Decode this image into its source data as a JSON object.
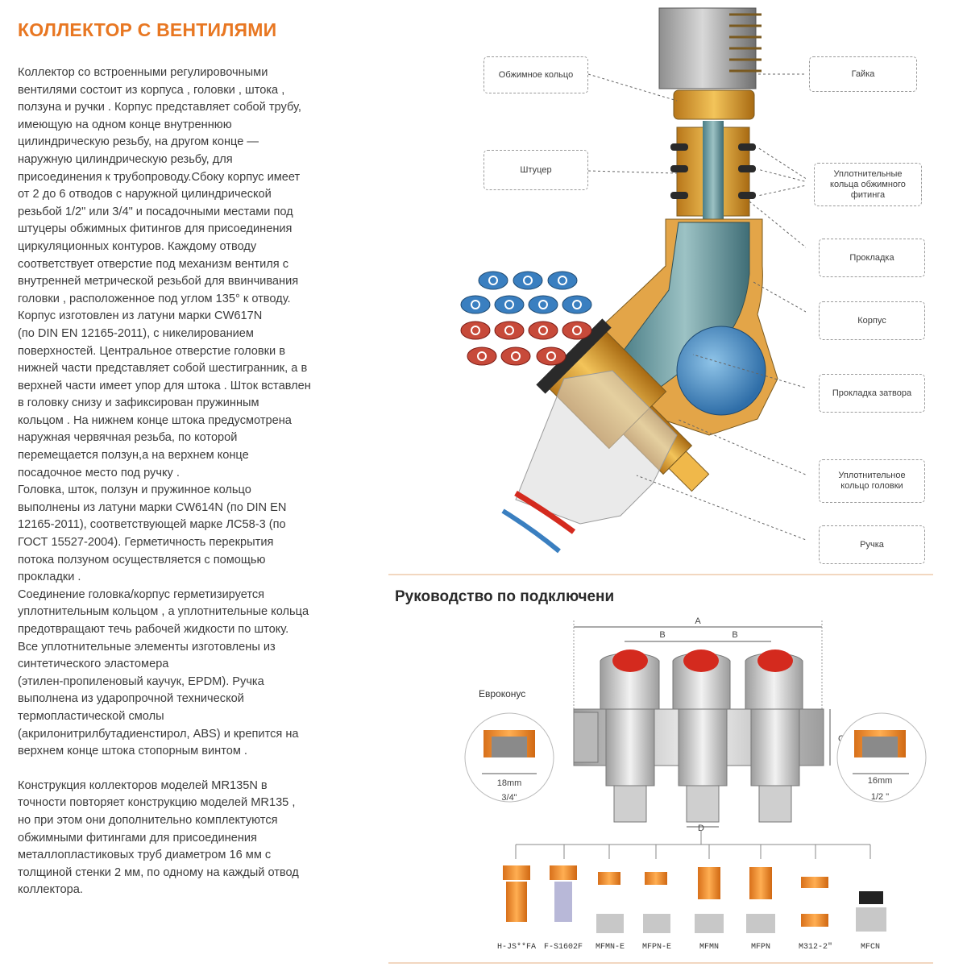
{
  "title": "КОЛЛЕКТОР С ВЕНТИЛЯМИ",
  "paragraphs": [
    "Коллектор со встроенными регулировочными\nвентилями состоит из корпуса , головки , штока ,\nползуна  и ручки . Корпус представляет собой трубу,\nимеющую на одном конце внутреннюю\nцилиндрическую резьбу, на другом конце —\nнаружную цилиндрическую резьбу, для\nприсоединения к трубопроводу.Сбоку корпус имеет\nот 2 до 6 отводов с наружной цилиндрической\nрезьбой 1/2\" или 3/4\"   и посадочными местами под\nштуцеры обжимных фитингов для присоединения\nциркуляционных контуров. Каждому отводу\nсоответствует отверстие под механизм вентиля с\nвнутренней метрической резьбой для ввинчивания\nголовки , расположенное под углом 135° к отводу.\nКорпус изготовлен из латуни марки CW617N\n(по DIN EN 12165-2011), с никелированием\nповерхностей. Центральное отверстие головки в\nнижней части представляет собой шестигранник, а в\nверхней части имеет упор для штока . Шток вставлен\nв головку снизу и зафиксирован пружинным\nкольцом . На нижнем конце штока предусмотрена\nнаружная червячная резьба, по которой\nперемещается ползун,а на верхнем конце\nпосадочное место под ручку .",
    "Головка, шток, ползун и пружинное кольцо\nвыполнены из латуни марки CW614N (по DIN EN\n12165-2011), соответствующей марке ЛС58-3 (по\nГОСТ 15527-2004). Герметичность перекрытия\nпотока ползуном осуществляется с помощью\nпрокладки .",
    "Соединение головка/корпус герметизируется\nуплотнительным кольцом , а уплотнительные кольца\nпредотвращают течь рабочей жидкости по штоку.\nВсе уплотнительные элементы  изготовлены из\nсинтетического эластомера\n(этилен-пропиленовый каучук, EPDM). Ручка\nвыполнена из ударопрочной технической\nтермопластической смолы\n(акрилонитрилбутадиенстирол, ABS) и крепится на\nверхнем конце штока стопорным винтом .",
    "Конструкция коллекторов моделей MR135N в\nточности повторяет конструкцию моделей MR135 ,\nно при этом они дополнительно комплектуются\nобжимными фитингами для присоединения\nметаллопластиковых труб диаметром 16 мм с\nтолщиной стенки 2 мм, по одному на каждый отвод\nколлектора."
  ],
  "callouts": {
    "ring": "Обжимное кольцо",
    "nut": "Гайка",
    "fitting": "Штуцер",
    "seals": "Уплотнительные кольца обжимного фитинга",
    "gasket": "Прокладка",
    "body": "Корпус",
    "valve_gasket": "Прокладка затвора",
    "head_seal": "Уплотнительное кольцо головки",
    "handle": "Ручка"
  },
  "connection": {
    "title": "Руководство по подключени",
    "euroconus": "Евроконус",
    "dim_a": "A",
    "dim_b": "B",
    "dim_c": "C",
    "dim_d": "D",
    "left_mm": "18mm",
    "left_size": "3/4\"",
    "right_mm": "16mm",
    "right_size": "1/2 \"",
    "fittings": [
      "H-JS**FA",
      "F-S1602F",
      "MFMN-E",
      "MFPN-E",
      "MFMN",
      "MFPN",
      "M312-2\"",
      "MFCN"
    ]
  },
  "colors": {
    "accent": "#e87722",
    "brass": "#d99a2b",
    "chrome": "#c7c7c7",
    "cap_red": "#d42a1e",
    "blue": "#3a7fc0"
  }
}
